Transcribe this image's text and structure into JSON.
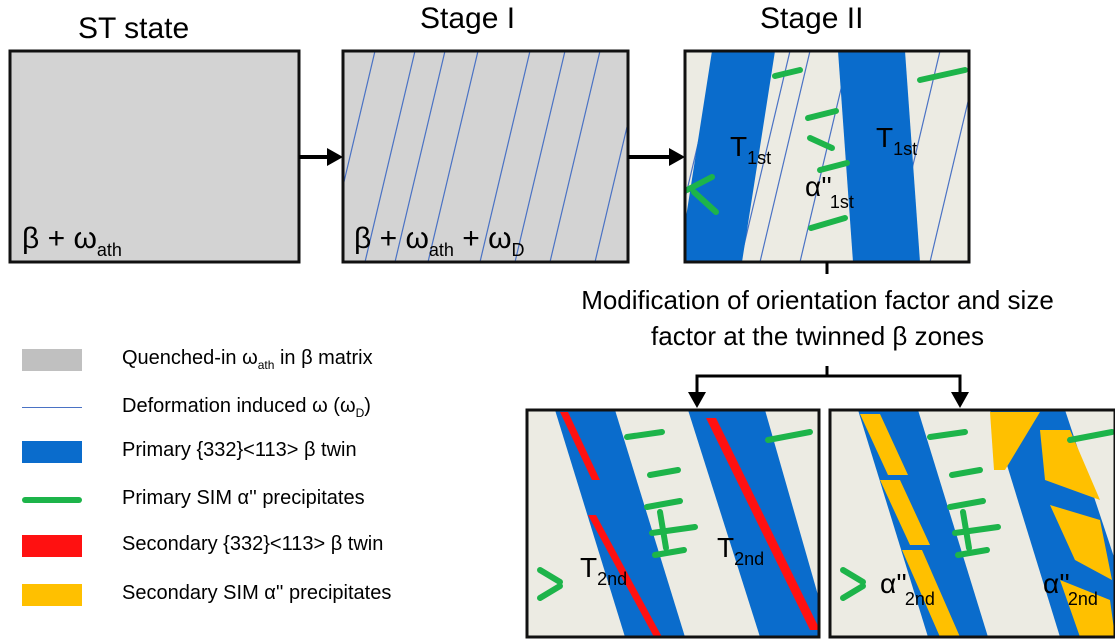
{
  "headers": {
    "st_state": "ST state",
    "stage1": "Stage I",
    "stage2": "Stage II"
  },
  "panel_labels": {
    "st_state": {
      "base": "β + ω",
      "sub": "ath"
    },
    "stage1": {
      "base1": "β + ω",
      "sub1": "ath",
      "base2": " + ω",
      "sub2": "D"
    },
    "stage2": {
      "twin": {
        "base": "T",
        "sub": "1st"
      },
      "alpha": {
        "base": "α''",
        "sub": "1st"
      }
    },
    "bottom_left": {
      "base": "T",
      "sub": "2nd"
    },
    "bottom_right": {
      "base": "α''",
      "sub": "2nd"
    }
  },
  "caption": {
    "line1": "Modification of orientation factor and size",
    "line2": "factor at the twinned β zones"
  },
  "legend": [
    {
      "label": "Quenched-in ω",
      "sub": "ath",
      "suffix": " in β matrix",
      "color": "#c0c0c0",
      "kind": "box"
    },
    {
      "label": "Deformation induced ω (ω",
      "sub": "D",
      "suffix": ")",
      "color": "#4a72c4",
      "kind": "thin-line"
    },
    {
      "label": "Primary {332}<113> β twin",
      "sub": "",
      "suffix": "",
      "color": "#0a6ccc",
      "kind": "box"
    },
    {
      "label": "Primary SIM α'' precipitates",
      "sub": "",
      "suffix": "",
      "color": "#1db44a",
      "kind": "bar"
    },
    {
      "label": "Secondary {332}<113> β twin",
      "sub": "",
      "suffix": "",
      "color": "#ff1111",
      "kind": "box"
    },
    {
      "label": "Secondary SIM α'' precipitates",
      "sub": "",
      "suffix": "",
      "color": "#ffc000",
      "kind": "box"
    }
  ],
  "colors": {
    "matrix_gray": "#d3d3d3",
    "matrix_beige": "#ecebe3",
    "twin_blue": "#0a6ccc",
    "line_blue": "#4a72c4",
    "precip_green": "#1db44a",
    "twin_red": "#ff1111",
    "precip_yellow": "#ffc000",
    "border": "#111111"
  }
}
